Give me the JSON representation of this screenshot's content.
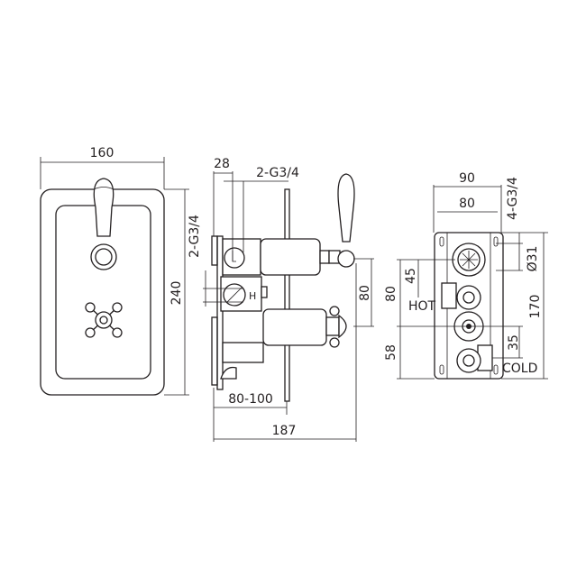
{
  "front_view": {
    "width_label": "160",
    "height_label": "240"
  },
  "side_view": {
    "depth_label": "28",
    "outlet_top_label": "2-G3/4",
    "outlet_side_label": "2-G3/4",
    "handle_spacing_label": "80",
    "wall_depth_label": "80-100",
    "total_depth_label": "187"
  },
  "rear_view": {
    "outer_width_label": "90",
    "inner_width_label": "80",
    "connections_label": "4-G3/4",
    "diameter_label": "Ø31",
    "height_label": "170",
    "hot_offset_label": "45",
    "spacing_label": "80",
    "hot_label": "HOT",
    "bottom_offset_label": "58",
    "cold_offset_label": "35",
    "cold_label": "COLD"
  }
}
